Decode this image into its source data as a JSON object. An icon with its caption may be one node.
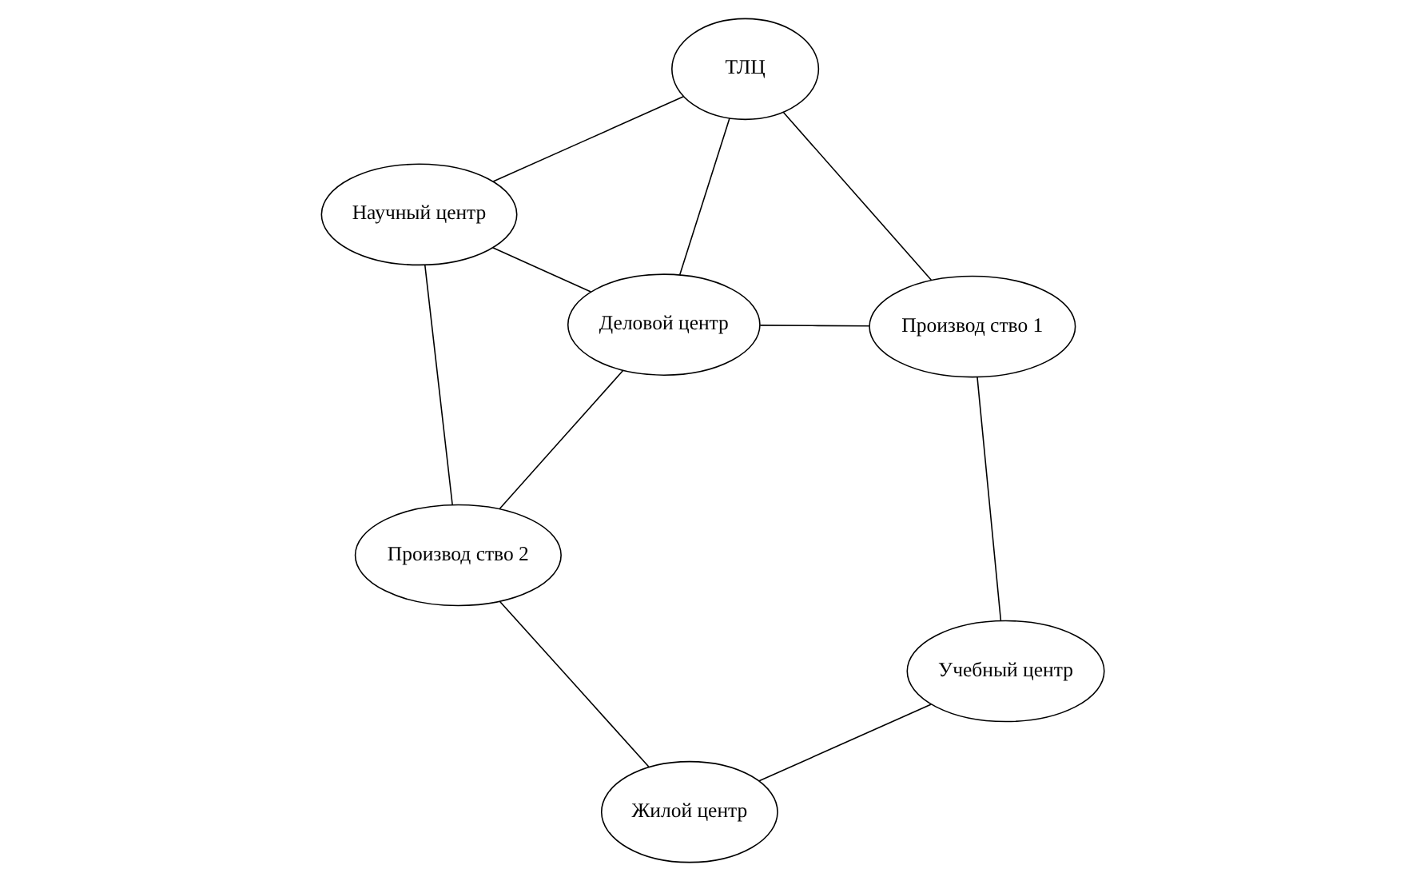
{
  "diagram": {
    "nodes": [
      {
        "text": [
          "Учебный центр"
        ]
      },
      {
        "text": [
          "Производ ство 1"
        ]
      },
      {
        "text": [
          "Жилой центр"
        ]
      },
      {
        "text": [
          "Деловой центр"
        ]
      },
      {
        "text": [
          "Производ ство 2"
        ]
      },
      {
        "text": [
          "ТЛЦ"
        ]
      },
      {
        "text": [
          "Научный центр"
        ]
      }
    ],
    "edges": [
      {
        "from": 1,
        "to": 0,
        "arrow": "none"
      },
      {
        "from": 0,
        "to": 2,
        "arrow": "none"
      },
      {
        "from": 2,
        "to": 4,
        "arrow": "none"
      },
      {
        "from": 1,
        "to": 3,
        "arrow": "none"
      },
      {
        "from": 1,
        "to": 5,
        "arrow": "none"
      },
      {
        "from": 3,
        "to": 5,
        "arrow": "none"
      },
      {
        "from": 3,
        "to": 4,
        "arrow": "none"
      },
      {
        "from": 3,
        "to": 6,
        "arrow": "none"
      },
      {
        "from": 5,
        "to": 6,
        "arrow": "none"
      },
      {
        "from": 6,
        "to": 4,
        "arrow": "none"
      }
    ]
  }
}
